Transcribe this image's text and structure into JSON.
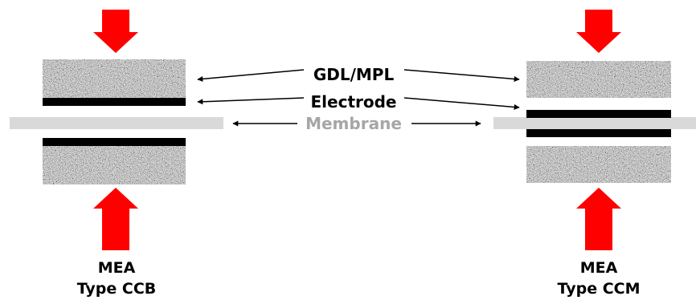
{
  "labels": {
    "gdl_mpl": "GDL/MPL",
    "electrode": "Electrode",
    "membrane": "Membrane"
  },
  "assemblies": [
    {
      "line1": "MEA",
      "line2": "Type CCB"
    },
    {
      "line1": "MEA",
      "line2": "Type CCM"
    }
  ],
  "colors": {
    "arrow_press": "#ff0000",
    "electrode": "#000000",
    "membrane": "#d9d9d9",
    "membrane_label": "#a6a6a6",
    "gdl_texture": "speckled-gray"
  }
}
